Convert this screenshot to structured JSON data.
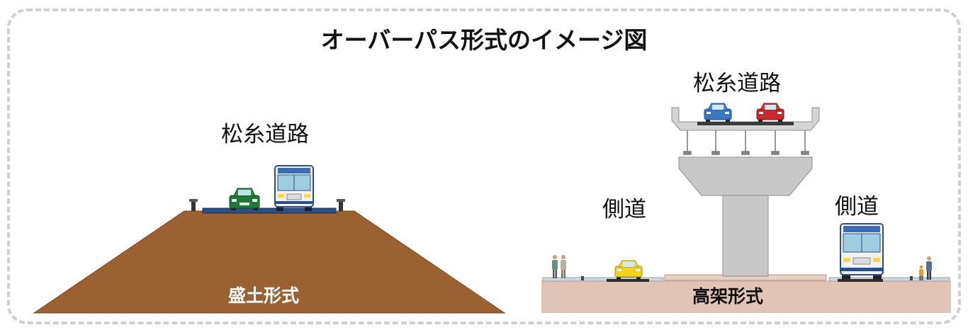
{
  "title": "オーバーパス形式のイメージ図",
  "embankment": {
    "road_label": "松糸道路",
    "type_label": "盛土形式"
  },
  "elevated": {
    "road_label": "松糸道路",
    "side_left_label": "側道",
    "side_right_label": "側道",
    "type_label": "高架形式"
  },
  "colors": {
    "frame": "#cfd0d3",
    "soil": "#9a6132",
    "ground": "#e0c4b6",
    "concrete": "#c8c8c8",
    "bus": "#f2f2f2",
    "car_green": "#1f7a3a",
    "car_blue": "#3b78c4",
    "car_red": "#c8282e",
    "car_yellow": "#f3d21a"
  },
  "icons": [
    "bus-icon",
    "car-icon",
    "pedestrian-icon"
  ]
}
